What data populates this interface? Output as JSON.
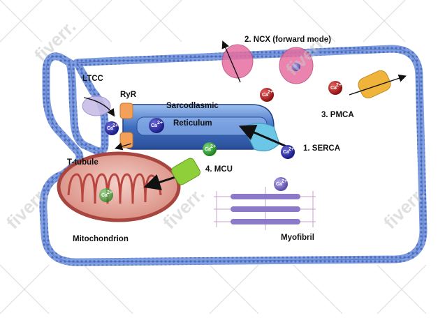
{
  "labels": {
    "ltcc": "LTCC",
    "ryr": "RyR",
    "sarcoplasmic_top": "Sarcodlasmic",
    "sarcoplasmic_bottom": "Reticulum",
    "ncx": "2. NCX (forward mode)",
    "pmca": "3. PMCA",
    "serca": "1. SERCA",
    "t_tubule": "T-tubule",
    "mcu": "4. MCU",
    "mitochondrion": "Mitochondrion",
    "myofibril": "Myofibril"
  },
  "ion_label": "Ca",
  "ion_charge": "2+",
  "watermark": "fiverr.",
  "colors": {
    "membrane": "#6f8fd6",
    "membrane_dark": "#3f5fae",
    "sr": "#4a78c8",
    "ryr": "#f2a05a",
    "ltcc": "#c9bde6",
    "ncx": "#e76fa0",
    "pmca": "#f0b43a",
    "serca": "#6cc7e6",
    "mcu": "#8fcf3a",
    "mito": "#c85a5a",
    "myofibril": "#8c7ac8",
    "ca_blue": "#2a2a9a",
    "ca_red": "#b41e1e",
    "ca_green": "#3aa83a",
    "ca_lavender": "#7a6ac8"
  }
}
